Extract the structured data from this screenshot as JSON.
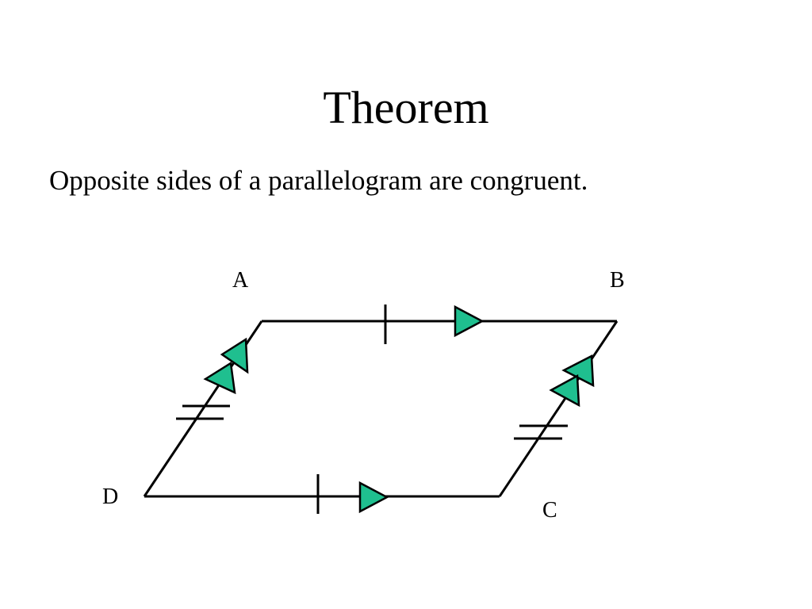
{
  "slide": {
    "title": "Theorem",
    "statement": "Opposite sides of a parallelogram are congruent."
  },
  "diagram": {
    "vertices": {
      "A": "A",
      "B": "B",
      "C": "C",
      "D": "D"
    },
    "colors": {
      "arrow_fill": "#1fbf8f",
      "line": "#000000"
    }
  }
}
